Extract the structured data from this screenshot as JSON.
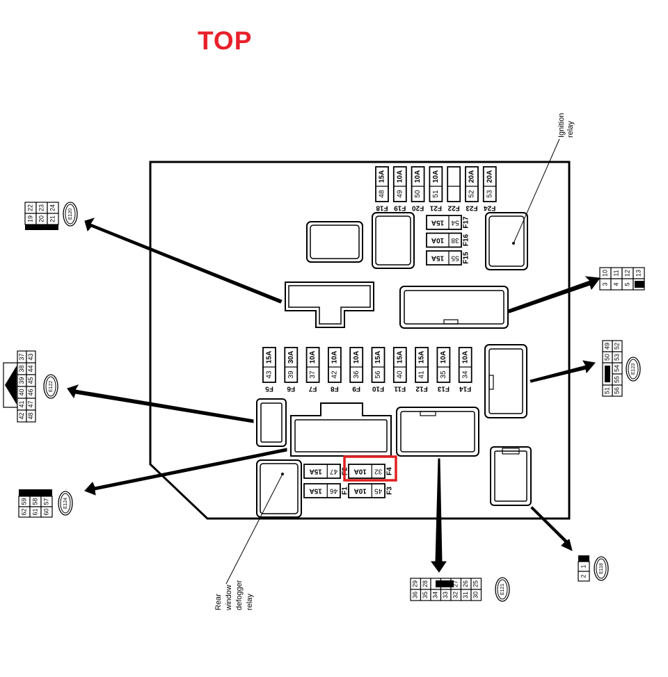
{
  "title": "TOP",
  "colors": {
    "title": "#e8202a",
    "highlight": "#e02020",
    "ink": "#000000",
    "background": "#ffffff"
  },
  "fuses_top_row": [
    {
      "id": "F18",
      "terminal": "48",
      "rating": "15A"
    },
    {
      "id": "F19",
      "terminal": "49",
      "rating": "10A"
    },
    {
      "id": "F20",
      "terminal": "50",
      "rating": "10A"
    },
    {
      "id": "F21",
      "terminal": "51",
      "rating": "10A"
    },
    {
      "id": "F22",
      "terminal": "",
      "rating": ""
    },
    {
      "id": "F23",
      "terminal": "52",
      "rating": "20A"
    },
    {
      "id": "F24",
      "terminal": "53",
      "rating": "20A"
    }
  ],
  "fuses_side_stack": [
    {
      "id": "F17",
      "terminal": "54",
      "rating": "15A"
    },
    {
      "id": "F16",
      "terminal": "38",
      "rating": "10A"
    },
    {
      "id": "F15",
      "terminal": "55",
      "rating": "15A"
    }
  ],
  "fuses_middle_row": [
    {
      "id": "F5",
      "terminal": "43",
      "rating": "15A"
    },
    {
      "id": "F6",
      "terminal": "39",
      "rating": "30A"
    },
    {
      "id": "F7",
      "terminal": "37",
      "rating": "10A"
    },
    {
      "id": "F8",
      "terminal": "42",
      "rating": "10A"
    },
    {
      "id": "F9",
      "terminal": "36",
      "rating": "10A"
    },
    {
      "id": "F10",
      "terminal": "56",
      "rating": "15A"
    },
    {
      "id": "F11",
      "terminal": "40",
      "rating": "15A"
    },
    {
      "id": "F12",
      "terminal": "41",
      "rating": "15A"
    },
    {
      "id": "F13",
      "terminal": "35",
      "rating": "10A"
    },
    {
      "id": "F14",
      "terminal": "34",
      "rating": "10A"
    }
  ],
  "fuses_bottom": [
    {
      "id": "F2",
      "terminal": "47",
      "rating": "15A"
    },
    {
      "id": "F4",
      "terminal": "32",
      "rating": "10A",
      "highlighted": true
    },
    {
      "id": "F1",
      "terminal": "46",
      "rating": "15A"
    },
    {
      "id": "F3",
      "terminal": "45",
      "rating": "10A"
    }
  ],
  "relays": {
    "ignition": "Ignition relay",
    "rear_defogger": "Rear window defogger relay"
  },
  "connectors": {
    "E120": {
      "label": "E120",
      "rows": [
        [
          "22",
          "23",
          "24"
        ],
        [
          "19",
          "20",
          "21"
        ]
      ]
    },
    "E122": {
      "label": "E122",
      "rows": [
        [
          "37",
          "38",
          "39",
          "40",
          "41",
          "42"
        ],
        [
          "43",
          "44",
          "45",
          "46",
          "47",
          "48"
        ]
      ]
    },
    "E124": {
      "label": "E124",
      "rows": [
        [
          "59",
          "58",
          "57"
        ],
        [
          "62",
          "61",
          "60"
        ]
      ]
    },
    "E119": {
      "rows": [
        [
          "10",
          "11",
          "12",
          "13"
        ],
        [
          "3",
          "4",
          "5",
          ""
        ]
      ]
    },
    "E123": {
      "label": "E123",
      "rows": [
        [
          "49",
          "50",
          "",
          "51"
        ],
        [
          "52",
          "53",
          "54",
          "55",
          "56"
        ]
      ]
    },
    "E121": {
      "label": "E121",
      "rows": [
        [
          "29",
          "28",
          "",
          "27",
          "26",
          "25"
        ],
        [
          "36",
          "35",
          "34",
          "33",
          "32",
          "31",
          "30"
        ]
      ]
    },
    "E118": {
      "label": "E118",
      "rows": [
        [
          "1",
          "2"
        ]
      ]
    }
  }
}
